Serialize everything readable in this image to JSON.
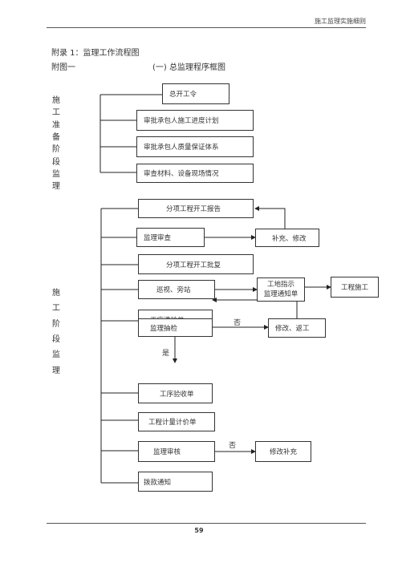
{
  "header": {
    "title": "施工监理实施细则"
  },
  "doc": {
    "appendix_title": "附录 1：监理工作流程图",
    "figure_label": "附图一",
    "figure_title": "(一) 总监理程序框图"
  },
  "phase1": {
    "label": "施工准备阶段监理"
  },
  "phase2": {
    "label": "施工阶段监理"
  },
  "boxes": {
    "start_order": "总开工令",
    "approve_schedule": "审批承包人施工进度计划",
    "approve_quality": "审批承包人质量保证体系",
    "inspect_materials": "审查材料、设备现场情况",
    "sub_start_report": "分项工程开工报告",
    "supervision_review": "监理审查",
    "supplement_modify": "补充、修改",
    "sub_start_approval": "分项工程开工批复",
    "patrol_sidestation": "巡视、旁站",
    "instruction_notice": "工地指示\n监理通知单",
    "construction": "工程施工",
    "process_check_form": "工序清验单",
    "spot_check": "监理抽检",
    "modify_rework": "修改、返工",
    "acceptance_form": "工序验收单",
    "quantity_form": "工程计量计价单",
    "supervision_audit": "监理审核",
    "modify_supplement": "修改补充",
    "payment_notice": "拨款通知"
  },
  "edge_labels": {
    "no_1": "否",
    "yes": "是",
    "no_2": "否"
  },
  "footer": {
    "page_number": "59"
  }
}
